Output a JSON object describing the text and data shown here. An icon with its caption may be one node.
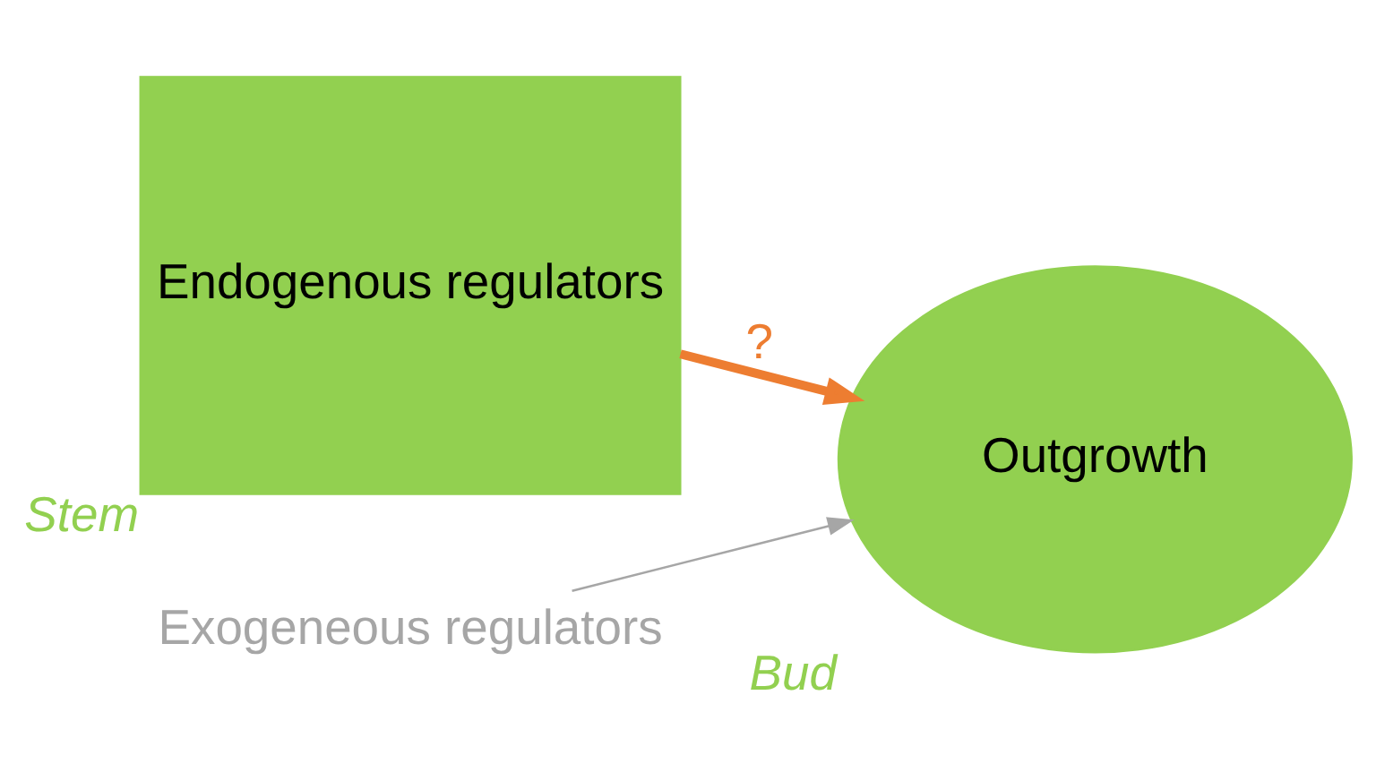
{
  "diagram": {
    "nodes": [
      {
        "text": [
          "Endogenous regulators"
        ],
        "beside": [
          "Stem"
        ]
      },
      {
        "text": [
          "Outgrowth"
        ],
        "beside": [
          "Bud"
        ]
      },
      {
        "text": [
          "Exogeneous regulators"
        ]
      }
    ],
    "edges": [
      {
        "from": 0,
        "to": 1,
        "arrow": "to",
        "label": "?",
        "color": "#ed7d31",
        "style": "thick"
      },
      {
        "from": 2,
        "to": 1,
        "arrow": "to",
        "color": "#a6a6a6"
      }
    ]
  }
}
